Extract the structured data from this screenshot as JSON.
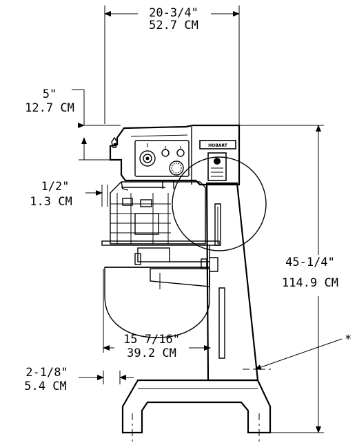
{
  "dimensions": {
    "overall_width": {
      "imperial": "20-3/4\"",
      "metric": "52.7 CM"
    },
    "head_offset": {
      "imperial": "5\"",
      "metric": "12.7 CM"
    },
    "guard_offset": {
      "imperial": "1/2\"",
      "metric": "1.3 CM"
    },
    "overall_height": {
      "imperial": "45-1/4\"",
      "metric": "114.9 CM"
    },
    "bowl_reach": {
      "imperial": "15 7/16\"",
      "metric": "39.2 CM"
    },
    "base_offset": {
      "imperial": "2-1/8\"",
      "metric": "5.4 CM"
    }
  },
  "callout_marker": "*",
  "brand_label": "HOBART"
}
